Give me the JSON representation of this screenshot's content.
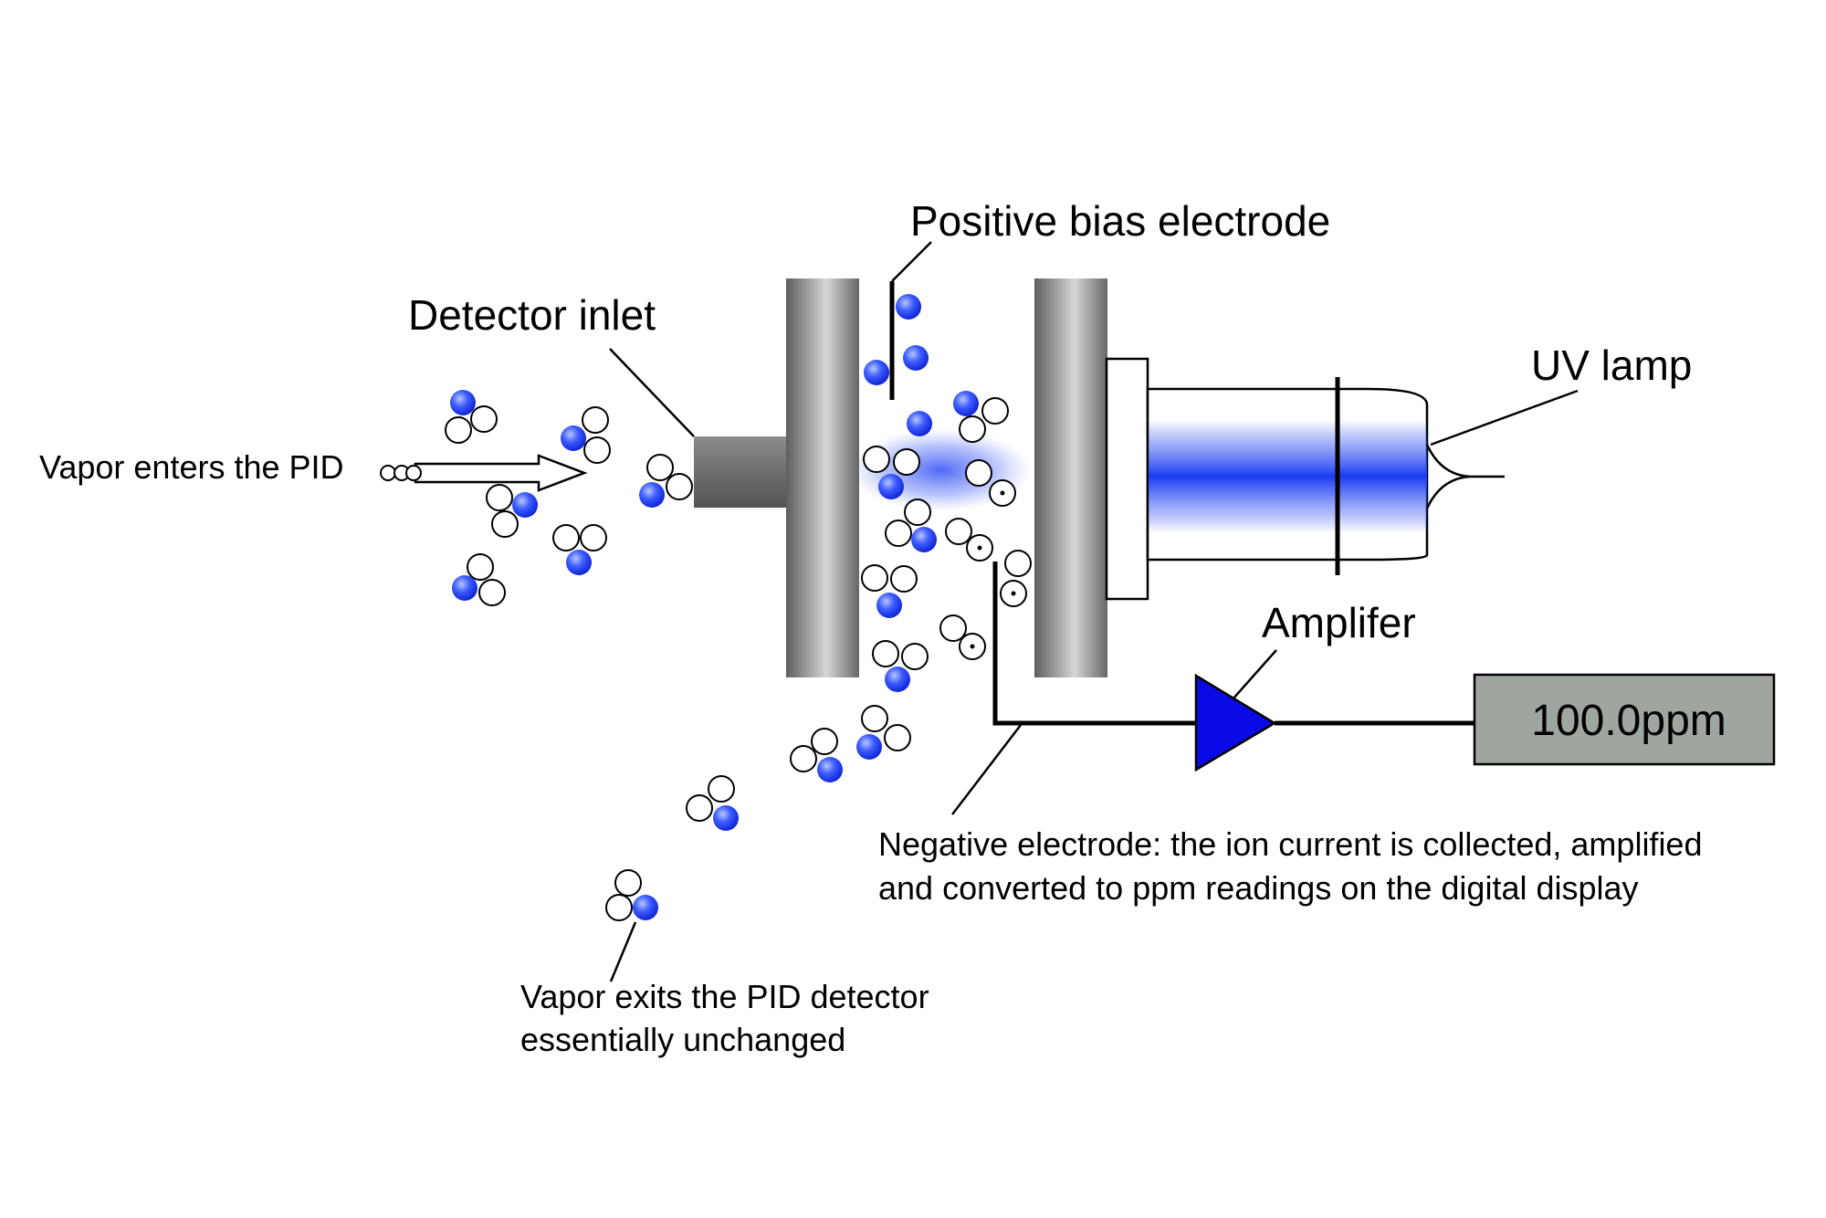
{
  "labels": {
    "positive_bias_electrode": "Positive bias electrode",
    "detector_inlet": "Detector inlet",
    "uv_lamp": "UV lamp",
    "vapor_enters": "Vapor enters the PID",
    "amplifier": "Amplifer",
    "negative_electrode_line1": "Negative electrode: the ion current is collected, amplified",
    "negative_electrode_line2": "and converted to ppm readings on the digital display",
    "vapor_exits_line1": "Vapor exits the PID detector",
    "vapor_exits_line2": "essentially unchanged"
  },
  "display": {
    "reading": "100.0ppm"
  },
  "colors": {
    "molecule_blue": "#1f3df0",
    "uv_beam": "#1a3cf2",
    "amplifier": "#0a0ae6",
    "display_bg": "#9fa69f",
    "electrode_gray": "#8a8a8a"
  }
}
